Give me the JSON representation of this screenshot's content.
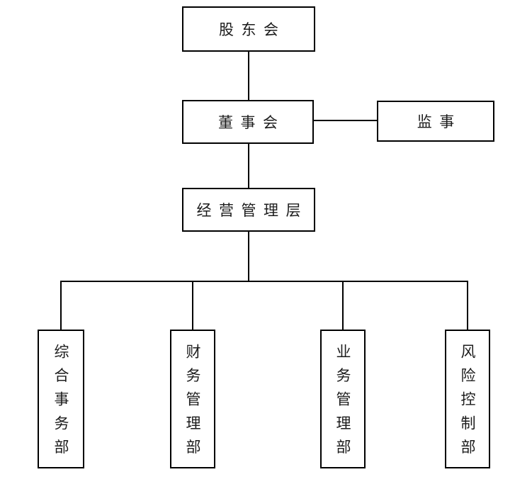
{
  "diagram": {
    "type": "org-chart",
    "background_color": "#ffffff",
    "line_color": "#000000",
    "text_color": "#1c1c1c",
    "nodes": {
      "shareholders": {
        "label": "股东会"
      },
      "board": {
        "label": "董事会"
      },
      "supervisor": {
        "label": "监事"
      },
      "management": {
        "label": "经营管理层"
      },
      "dept_general_affairs": {
        "label": "综合事务部",
        "orientation": "vertical"
      },
      "dept_finance": {
        "label": "财务管理部",
        "orientation": "vertical"
      },
      "dept_business": {
        "label": "业务管理部",
        "orientation": "vertical"
      },
      "dept_risk": {
        "label": "风险控制部",
        "orientation": "vertical"
      }
    },
    "edges": [
      {
        "from": "股东会",
        "to": "董事会"
      },
      {
        "from": "董事会",
        "to": "监事"
      },
      {
        "from": "董事会",
        "to": "经营管理层"
      },
      {
        "from": "经营管理层",
        "to": "综合事务部"
      },
      {
        "from": "经营管理层",
        "to": "财务管理部"
      },
      {
        "from": "经营管理层",
        "to": "业务管理部"
      },
      {
        "from": "经营管理层",
        "to": "风险控制部"
      }
    ]
  }
}
